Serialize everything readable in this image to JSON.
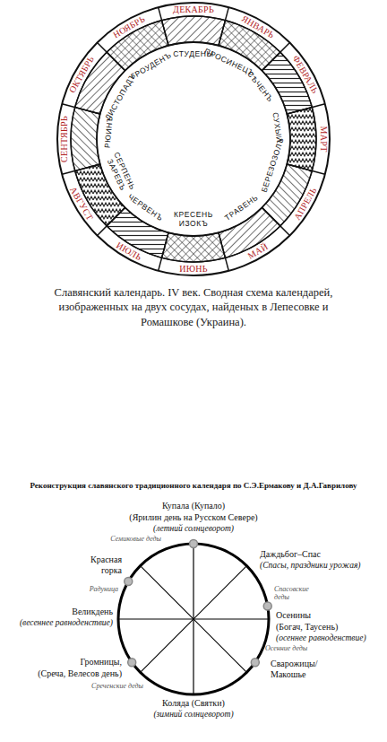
{
  "diagram": {
    "title": "Реконструкция славянского традиционного календаря по С.Э.Ермакову и Д.А.Гаврилову",
    "caption": "Славянский календарь. IV век. Сводная схема календарей, изображенных на двух сосудах, найденых в Лепесовке и Ромашкове (Украина).",
    "labels": [
      "ДЕКАБРЬ",
      "ЯНВАРЬ",
      "ФЕВРАЛЬ",
      "МАРТ",
      "АПРЕЛЬ",
      "МАЙ",
      "ИЮНЬ",
      "ИЮЛЬ",
      "АВГУСТ",
      "СЕНТЯБРЬ",
      "ОКТЯБРЬ",
      "НОЯБРЬ",
      "СТУДЕНЫ",
      "ПРОСИНЕЦЪ",
      "СѢЧЕНЪ",
      "СУХЫИ",
      "БЕРЕЗОЗОЛЪ",
      "ТРАВЕНЬ",
      "КРЕСЕНЬ ИЗОКЪ",
      "ЧЕРВЕНЪ",
      "СЕРПЕНЬ ЗАРЕВЪ",
      "РЮИНЪ",
      "ЛИСТОПАДЪ",
      "ГРОУДЕНЪ",
      "Купала (Купало)",
      "(Ярилин день на Русском Севере)",
      "(летний солнцеворот)",
      "Семиковые деды",
      "Красная горка",
      "Радуница",
      "Великдень",
      "(весеннее равноденствие)",
      "Даждьбог–Спас",
      "(Спасы, праздники урожая)",
      "Спасовские деды",
      "Осенины",
      "(Богач, Таусень)",
      "(осеннее равноденствие)",
      "Осенние деды",
      "Сварожицы/ Макошье",
      "Громницы,",
      "(Среча, Велесов день)",
      "Среченские деды",
      "Коляда (Святки)",
      "(зимний солнцеворот)"
    ]
  }
}
